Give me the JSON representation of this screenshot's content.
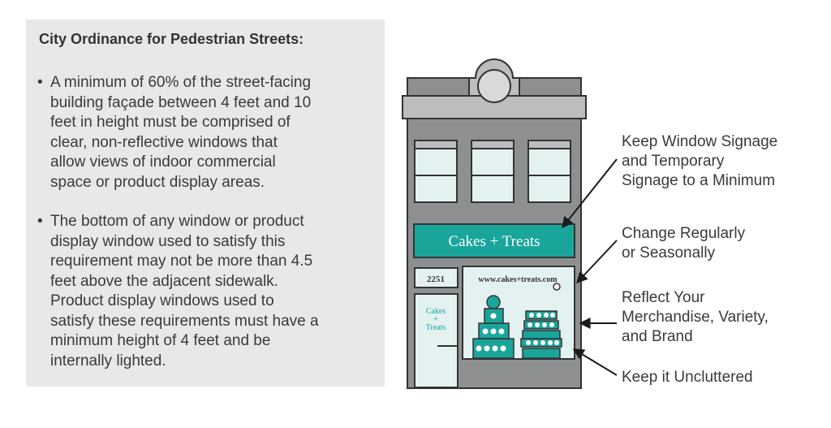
{
  "colors": {
    "panel": "#e8e8e8",
    "building": "#8e8f91",
    "accent": "#1aa59b",
    "window_glass": "#e3f2f1",
    "text": "#3a3a3a"
  },
  "ordinance": {
    "title": "City Ordinance for Pedestrian Streets:",
    "rules": [
      {
        "bullet": "•",
        "lines": [
          "A minimum of 60% of the street-facing",
          "building façade between 4 feet and 10",
          "feet in height must be comprised of",
          "clear, non-reflective windows that",
          "allow views of indoor commercial",
          "space or product display areas."
        ]
      },
      {
        "bullet": "•",
        "lines": [
          "The bottom of any window or product",
          "display window used to satisfy this",
          "requirement may not be more than 4.5",
          "feet above the adjacent sidewalk.",
          "Product display windows used to",
          "satisfy these requirements must have a",
          "minimum height of 4 feet and be",
          "internally lighted."
        ]
      }
    ]
  },
  "storefront": {
    "sign": "Cakes + Treats",
    "address": "2251",
    "website": "www.cakes+treats.com",
    "door_sign": [
      "Cakes",
      "+",
      "Treats"
    ]
  },
  "callouts": [
    {
      "lines": [
        "Keep Window Signage",
        "and Temporary",
        "Signage to a Minimum"
      ]
    },
    {
      "lines": [
        "Change Regularly",
        "or Seasonally"
      ]
    },
    {
      "lines": [
        "Reflect Your",
        "Merchandise, Variety,",
        "and Brand"
      ]
    },
    {
      "lines": [
        "Keep it Uncluttered"
      ]
    }
  ]
}
